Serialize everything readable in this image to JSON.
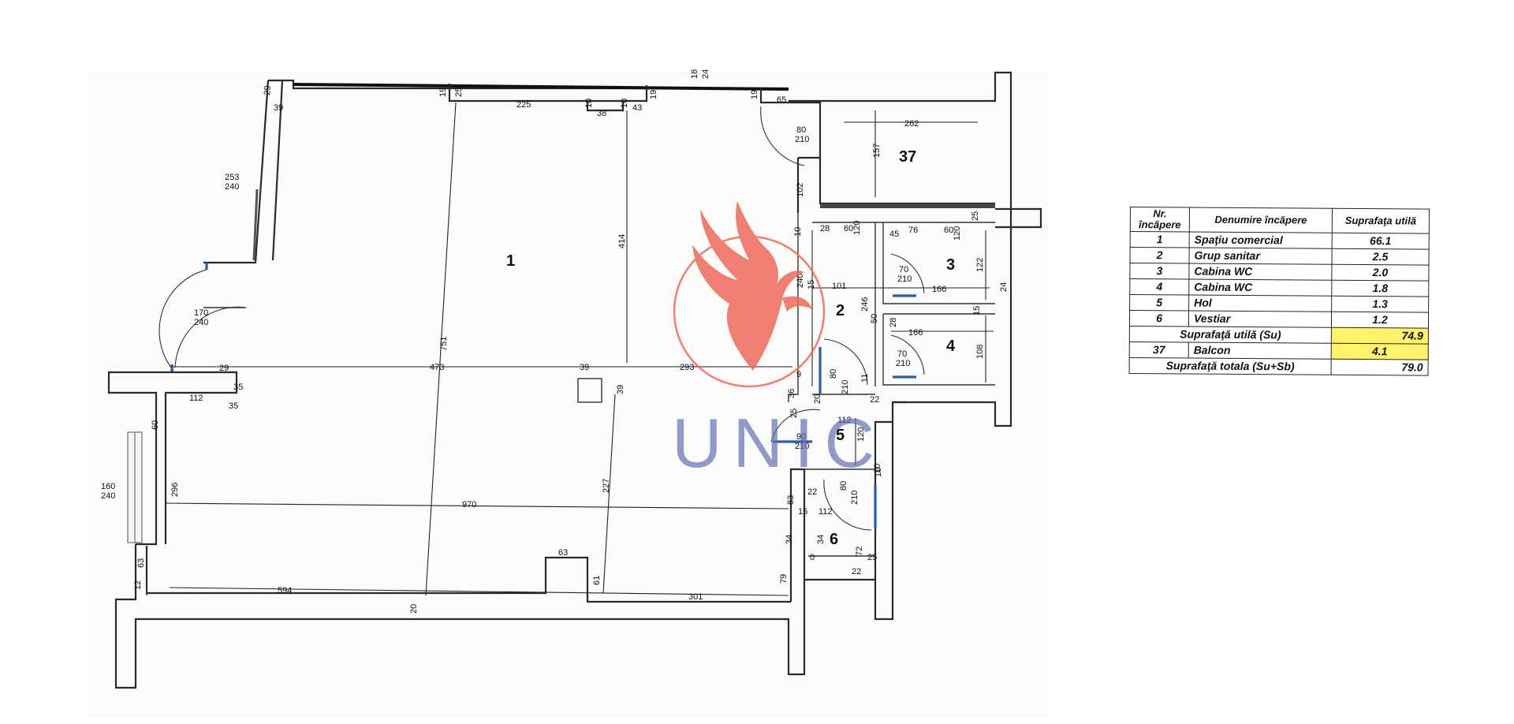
{
  "plan": {
    "room_labels": {
      "r1": "1",
      "r2": "2",
      "r3": "3",
      "r4": "4",
      "r5": "5",
      "r6": "6",
      "r37": "37"
    },
    "dimensions": {
      "d1": "29",
      "d2": "39",
      "d3": "19",
      "d4": "25",
      "d5": "225",
      "d6": "38",
      "d7": "10",
      "d8": "43",
      "d9": "19",
      "d10": "10",
      "d11": "19",
      "d12": "65",
      "d13": "18",
      "d14": "24",
      "d15": "253",
      "d16": "240",
      "d17": "170",
      "d18": "240",
      "d19": "80",
      "d20": "210",
      "d21": "262",
      "d22": "157",
      "d23": "102",
      "d24": "751",
      "d25": "414",
      "d26": "473",
      "d27": "39",
      "d28": "293",
      "d29": "39",
      "d30": "227",
      "d31": "29",
      "d32": "112",
      "d33": "35",
      "d34": "35",
      "d35": "60",
      "d36": "296",
      "d37": "160",
      "d38": "240",
      "d39": "970",
      "d40": "63",
      "d41": "12",
      "d42": "594",
      "d43": "20",
      "d44": "63",
      "d45": "61",
      "d46": "301",
      "d47": "79",
      "d48": "10",
      "d49": "28",
      "d50": "60",
      "d51": "120",
      "d52": "45",
      "d53": "76",
      "d54": "60",
      "d55": "120",
      "d56": "25",
      "d57": "122",
      "d58": "70",
      "d59": "210",
      "d60": "101",
      "d61": "166",
      "d62": "240",
      "d63": "15",
      "d64": "246",
      "d65": "50",
      "d66": "28",
      "d67": "166",
      "d68": "15",
      "d69": "70",
      "d70": "210",
      "d71": "108",
      "d72": "11",
      "d73": "9",
      "d74": "80",
      "d75": "210",
      "d76": "36",
      "d77": "20",
      "d78": "22",
      "d79": "25",
      "d80": "112",
      "d81": "120",
      "d82": "90",
      "d83": "210",
      "d84": "10",
      "d85": "22",
      "d86": "83",
      "d87": "80",
      "d88": "210",
      "d89": "15",
      "d90": "112",
      "d91": "34",
      "d92": "34",
      "d93": "0",
      "d94": "72",
      "d95": "25",
      "d96": "22",
      "d97": "24",
      "d98": "10"
    }
  },
  "logo": {
    "text": "UNIC"
  },
  "area_table": {
    "headers": [
      "Nr. încăpere",
      "Denumire încăpere",
      "Suprafaţa utilă"
    ],
    "rows": [
      {
        "nr": "1",
        "name": "Spaţiu comercial",
        "area": "66.1"
      },
      {
        "nr": "2",
        "name": "Grup sanitar",
        "area": "2.5"
      },
      {
        "nr": "3",
        "name": "Cabina WC",
        "area": "2.0"
      },
      {
        "nr": "4",
        "name": "Cabina WC",
        "area": "1.8"
      },
      {
        "nr": "5",
        "name": "Hol",
        "area": "1.3"
      },
      {
        "nr": "6",
        "name": "Vestiar",
        "area": "1.2"
      }
    ],
    "su_label": "Suprafaţă utilă (Su)",
    "su_value": "74.9",
    "balcony": {
      "nr": "37",
      "name": "Balcon",
      "area": "4.1"
    },
    "total_label": "Suprafaţă totala (Su+Sb)",
    "total_value": "79.0",
    "highlight_color": "#fff36b"
  }
}
